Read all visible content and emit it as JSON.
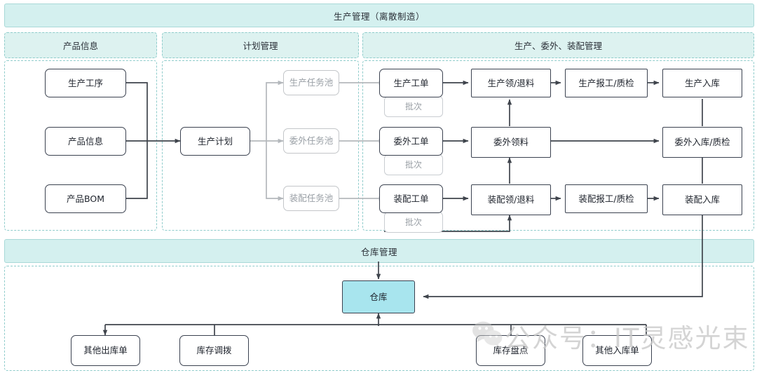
{
  "title": "生产管理（离散制造）",
  "bands": [
    {
      "id": "top",
      "label": "生产管理（离散制造）"
    },
    {
      "id": "warehouse",
      "label": "仓库管理"
    }
  ],
  "groups": [
    {
      "id": "product-info",
      "label": "产品信息"
    },
    {
      "id": "plan-mgmt",
      "label": "计划管理"
    },
    {
      "id": "prod-outsource-assembly",
      "label": "生产、委外、装配管理"
    },
    {
      "id": "warehouse-body",
      "label": ""
    }
  ],
  "nodes": {
    "product_process": "生产工序",
    "product_info": "产品信息",
    "product_bom": "产品BOM",
    "production_plan": "生产计划",
    "prod_task_pool": "生产任务池",
    "outsource_task_pool": "委外任务池",
    "assembly_task_pool": "装配任务池",
    "prod_work_order": "生产工单",
    "outsource_work_order": "委外工单",
    "assembly_work_order": "装配工单",
    "batch_1": "批次",
    "batch_2": "批次",
    "batch_3": "批次",
    "prod_issue_return": "生产领/退料",
    "outsource_issue": "委外领料",
    "assembly_issue_return": "装配领/退料",
    "prod_report_qc": "生产报工/质检",
    "assembly_report_qc": "装配报工/质检",
    "prod_inbound": "生产入库",
    "outsource_inbound_qc": "委外入库/质检",
    "assembly_inbound": "装配入库",
    "warehouse": "仓库",
    "other_outbound": "其他出库单",
    "stock_transfer": "库存调拨",
    "stock_count": "库存盘点",
    "other_inbound": "其他入库单"
  },
  "watermark": {
    "text": "公众号：IT灵感光束",
    "logo": "wechat-icon"
  },
  "colors": {
    "band_fill": "#d4f0ef",
    "band_border": "#a9d9d8",
    "group_fill": "#ddf2f0",
    "group_border": "#8fcccb",
    "node_border": "#3b4250",
    "ghost_border": "#c3c6c9",
    "ghost_text": "#9aa0a6",
    "warehouse_fill": "#a8e5ee",
    "wire": "#4a4f57",
    "wire_ghost": "#b4b8bc"
  }
}
